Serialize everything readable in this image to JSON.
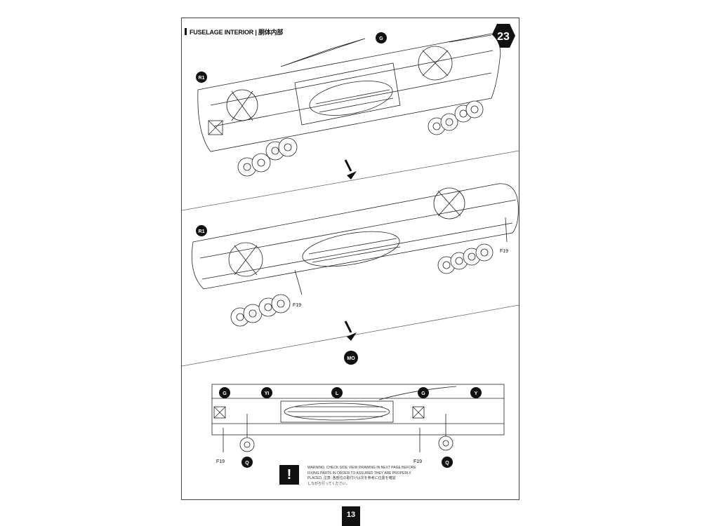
{
  "section": {
    "title": "FUSELAGE INTERIOR | 胴体内部"
  },
  "step": {
    "number": "23"
  },
  "callouts": {
    "g_top": "G",
    "r1_a": "R1",
    "r1_b": "R1",
    "f19_right": "F19",
    "f19_mid": "F19",
    "mo": "MO",
    "g_left": "G",
    "yi": "YI",
    "l": "L",
    "g_right": "G",
    "y": "Y",
    "f19_bottom_left": "F19",
    "q_left": "Q",
    "f19_bottom_right": "F19",
    "q_right": "Q"
  },
  "warning": {
    "mark": "!",
    "lines": [
      "WARNING: CHECK SIDE VIEW DRAWING IN NEXT PAGE BEFORE",
      "FIXING PARTS IN ORDER TO ASSURED THEY ARE PROPERLY",
      "PLACED. 注意: 各部位の取付けは次を参考に位置を確認",
      "しながら行ってください。"
    ]
  },
  "page": {
    "number": "13"
  }
}
